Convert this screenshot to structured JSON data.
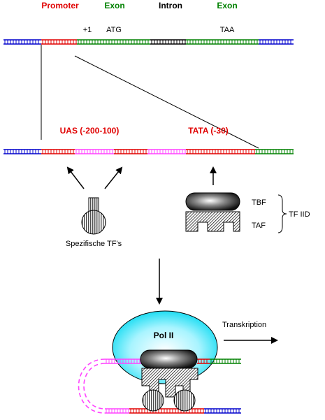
{
  "header": {
    "promoter": "Promoter",
    "exon_1": "Exon",
    "intron": "Intron",
    "exon_2": "Exon"
  },
  "gene": {
    "plus_one": "+1",
    "start_codon": "ATG",
    "stop_codon": "TAA"
  },
  "promoter_detail": {
    "uas": "UAS (-200-100)",
    "tata": "TATA (-30)"
  },
  "factors": {
    "specific_tfs": "Spezifische TF's",
    "tbf": "TBF",
    "taf": "TAF",
    "tfiid": "TF IID"
  },
  "transcription": {
    "pol2": "Pol II",
    "label": "Transkription"
  },
  "colors": {
    "promoter": "#e00000",
    "exon": "#008000",
    "intron": "#000000",
    "flank": "#0000cc",
    "uas_spacer": "#ff44ff",
    "pol2_halo": "#00e5ff"
  }
}
